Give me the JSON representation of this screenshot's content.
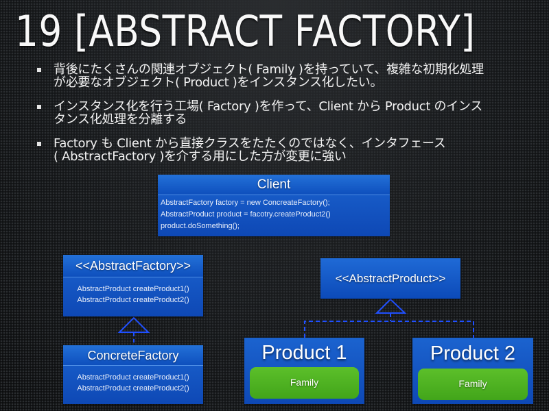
{
  "slide": {
    "title": "19 [ABSTRACT FACTORY]",
    "bullets": [
      {
        "lines": [
          "背後にたくさんの関連オブジェクト( Family )を持っていて、複雑な初期化処理",
          "が必要なオブジェクト( Product )をインスタンス化したい。"
        ]
      },
      {
        "lines": [
          "インスタンス化を行う工場( Factory )を作って、Client から Product のインス",
          "タンス化処理を分離する"
        ]
      },
      {
        "lines": [
          "Factory も Client から直接クラスをたたくのではなく、インタフェース",
          "( AbstractFactory )を介する用にした方が変更に強い"
        ]
      }
    ]
  },
  "diagram": {
    "client": {
      "name": "Client",
      "code": [
        "AbstractFactory factory = new ConcreateFactory();",
        "AbstractProduct product = facotry.createProduct2()",
        "product.doSomething();"
      ]
    },
    "abstract_factory": {
      "name": "<<AbstractFactory>>",
      "methods": [
        "AbstractProduct createProduct1()",
        "AbstractProduct createProduct2()"
      ]
    },
    "concrete_factory": {
      "name": "ConcreteFactory",
      "methods": [
        "AbstractProduct createProduct1()",
        "AbstractProduct createProduct2()"
      ]
    },
    "abstract_product": {
      "name": "<<AbstractProduct>>"
    },
    "products": [
      {
        "name": "Product 1",
        "family": "Family"
      },
      {
        "name": "Product 2",
        "family": "Family"
      }
    ],
    "colors": {
      "box_blue": "#1658c4",
      "family_green": "#4fb222",
      "connector_blue": "#2050ff",
      "background": "#141618"
    }
  }
}
